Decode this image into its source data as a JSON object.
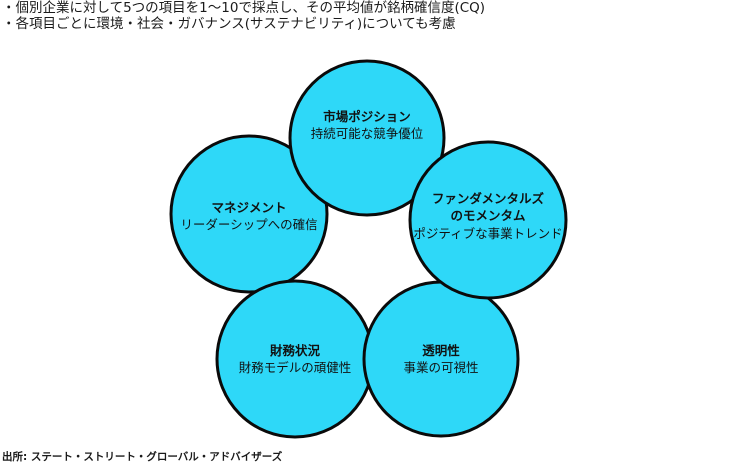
{
  "bullets": [
    "個別企業に対して5つの項目を1〜10で採点し、その平均値が銘柄確信度(CQ)",
    "各項目ごとに環境・社会・ガバナンス(サステナビリティ)についても考慮"
  ],
  "colors": {
    "circle_fill": "#2ed8f8",
    "circle_stroke": "#0a0a0a"
  },
  "circles": [
    {
      "id": "market-position",
      "title_lines": [
        "市場ポジション"
      ],
      "desc": "持続可能な競争優位"
    },
    {
      "id": "fundamental-momentum",
      "title_lines": [
        "ファンダメンタルズ",
        "のモメンタム"
      ],
      "desc": "ポジティブな事業トレンド"
    },
    {
      "id": "transparency",
      "title_lines": [
        "透明性"
      ],
      "desc": "事業の可視性"
    },
    {
      "id": "financial-condition",
      "title_lines": [
        "財務状況"
      ],
      "desc": "財務モデルの頑健性"
    },
    {
      "id": "management",
      "title_lines": [
        "マネジメント"
      ],
      "desc": "リーダーシップへの確信"
    }
  ],
  "source": "出所: ステート・ストリート・グローバル・アドバイザーズ"
}
